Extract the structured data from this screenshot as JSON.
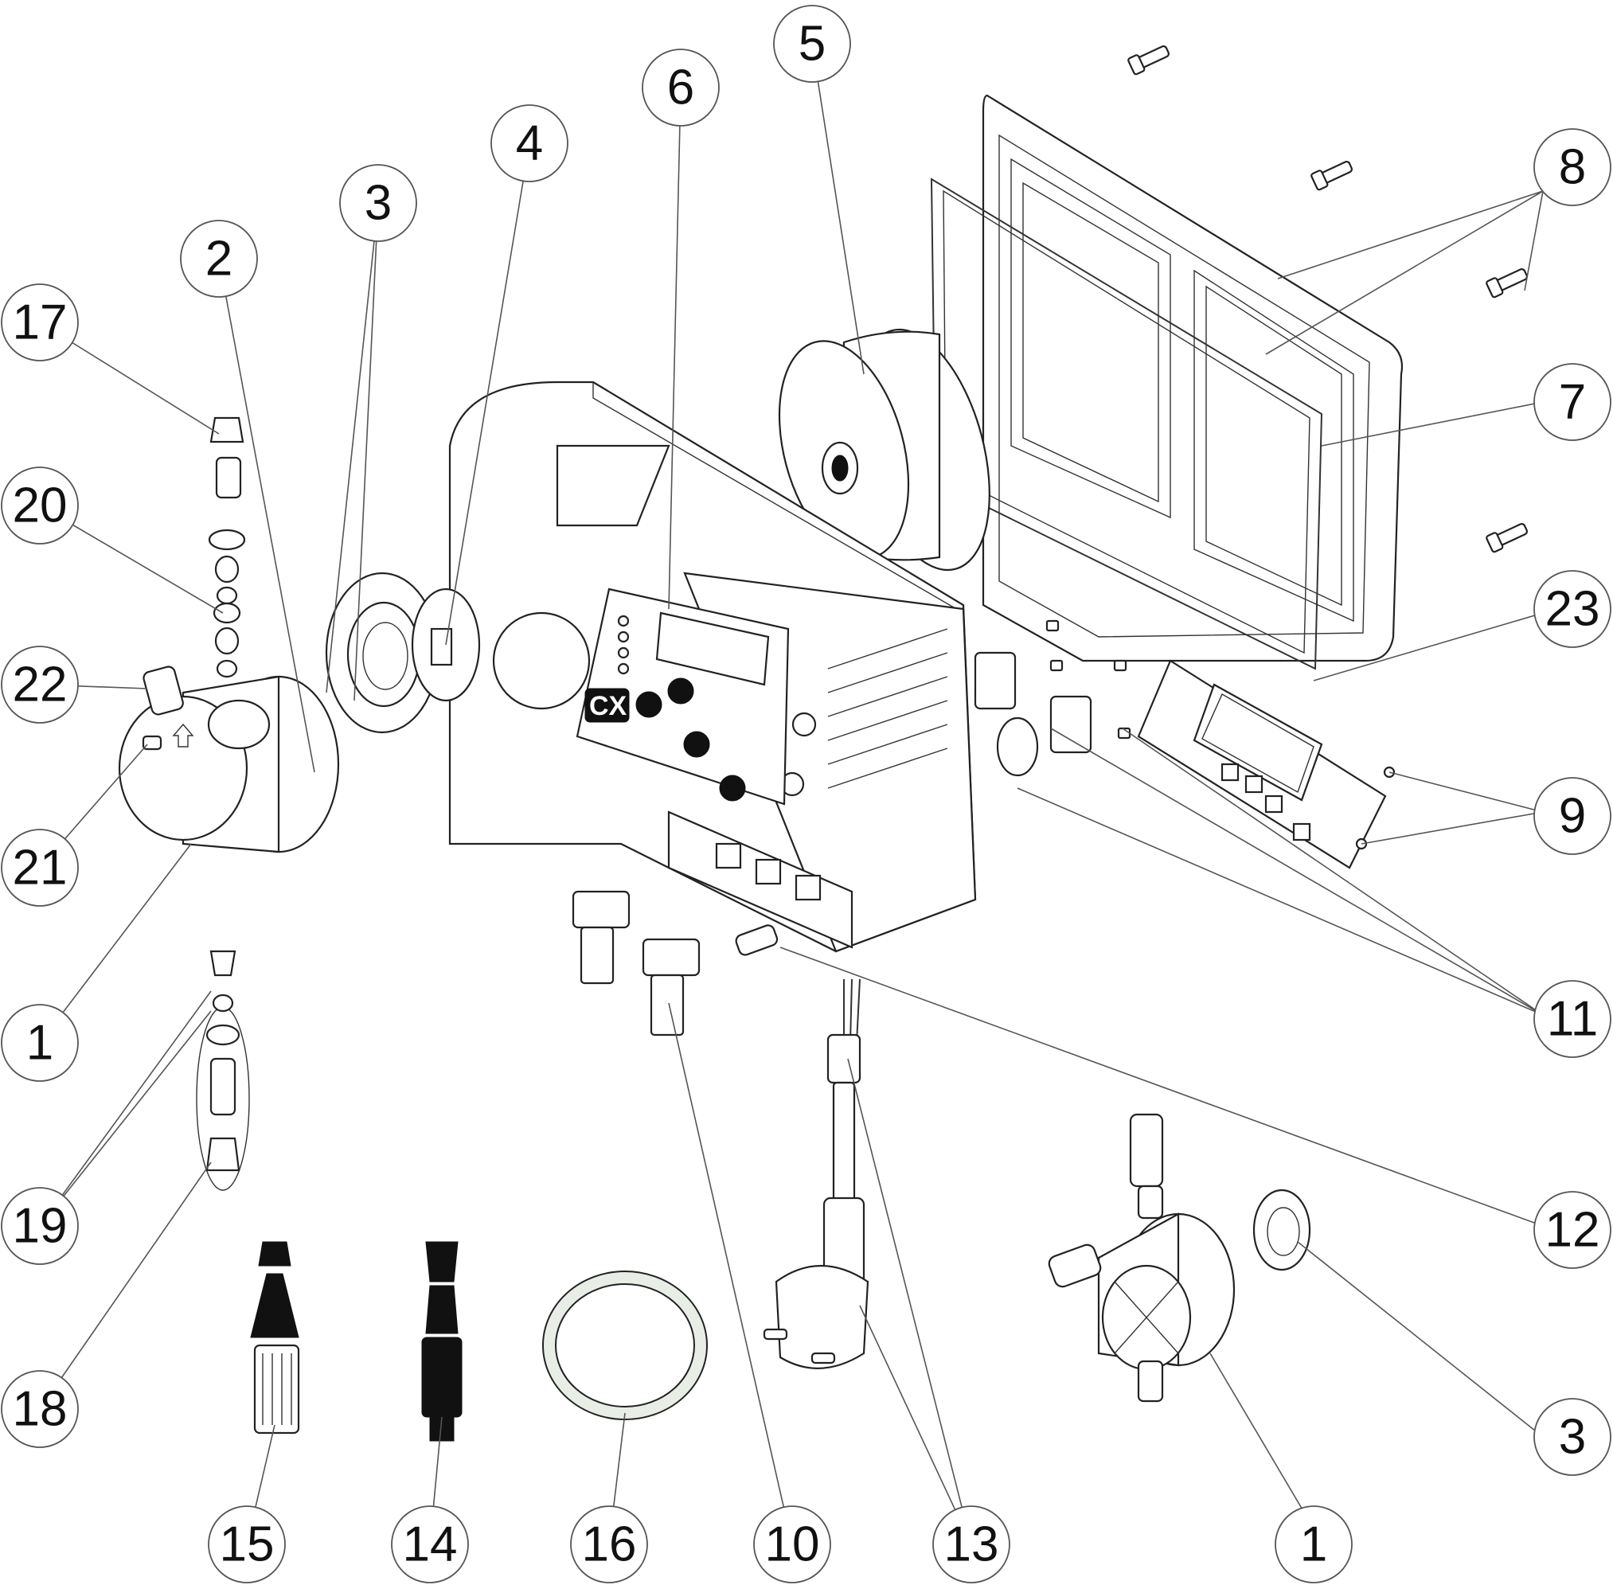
{
  "diagram": {
    "callouts": [
      "1",
      "2",
      "3",
      "4",
      "5",
      "6",
      "7",
      "8",
      "9",
      "10",
      "11",
      "12",
      "13",
      "14",
      "15",
      "16",
      "17",
      "18",
      "19",
      "20",
      "21",
      "22",
      "23",
      "3",
      "1"
    ],
    "logo_text": "CX"
  }
}
